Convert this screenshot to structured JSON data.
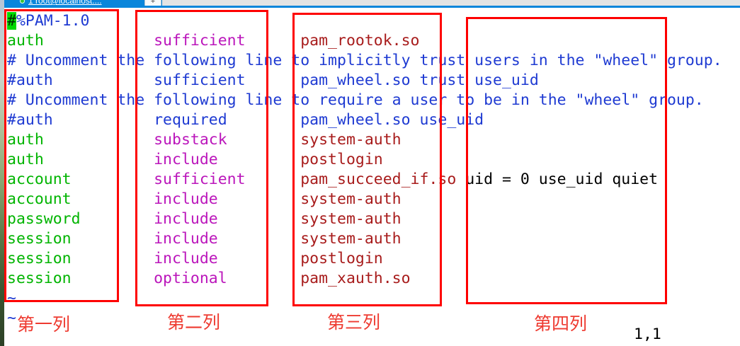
{
  "window": {
    "tab_title": "1 root@localhost:...",
    "new_tab_label": "+"
  },
  "editor": {
    "lines": [
      {
        "segments": [
          {
            "t": "#",
            "c": "cur"
          },
          {
            "t": "%PAM-1.0",
            "c": "com"
          }
        ]
      },
      {
        "segments": [
          {
            "t": "auth            ",
            "c": "kw"
          },
          {
            "t": "sufficient      ",
            "c": "ctl"
          },
          {
            "t": "pam_rootok.so",
            "c": "mod"
          }
        ]
      },
      {
        "segments": [
          {
            "t": "# Uncomment the following line to implicitly trust users in the \"wheel\" group.",
            "c": "com"
          }
        ]
      },
      {
        "segments": [
          {
            "t": "#auth           sufficient      pam_wheel.so trust use_uid",
            "c": "com"
          }
        ]
      },
      {
        "segments": [
          {
            "t": "# Uncomment the following line to require a user to be in the \"wheel\" group.",
            "c": "com"
          }
        ]
      },
      {
        "segments": [
          {
            "t": "#auth           required        pam_wheel.so use_uid",
            "c": "com"
          }
        ]
      },
      {
        "segments": [
          {
            "t": "auth            ",
            "c": "kw"
          },
          {
            "t": "substack        ",
            "c": "ctl"
          },
          {
            "t": "system-auth",
            "c": "mod"
          }
        ]
      },
      {
        "segments": [
          {
            "t": "auth            ",
            "c": "kw"
          },
          {
            "t": "include         ",
            "c": "ctl"
          },
          {
            "t": "postlogin",
            "c": "mod"
          }
        ]
      },
      {
        "segments": [
          {
            "t": "account         ",
            "c": "kw"
          },
          {
            "t": "sufficient      ",
            "c": "ctl"
          },
          {
            "t": "pam_succeed_if.so",
            "c": "mod"
          },
          {
            "t": " uid = 0 use_uid quiet",
            "c": "arg"
          }
        ]
      },
      {
        "segments": [
          {
            "t": "account         ",
            "c": "kw"
          },
          {
            "t": "include         ",
            "c": "ctl"
          },
          {
            "t": "system-auth",
            "c": "mod"
          }
        ]
      },
      {
        "segments": [
          {
            "t": "password        ",
            "c": "kw"
          },
          {
            "t": "include         ",
            "c": "ctl"
          },
          {
            "t": "system-auth",
            "c": "mod"
          }
        ]
      },
      {
        "segments": [
          {
            "t": "session         ",
            "c": "kw"
          },
          {
            "t": "include         ",
            "c": "ctl"
          },
          {
            "t": "system-auth",
            "c": "mod"
          }
        ]
      },
      {
        "segments": [
          {
            "t": "session         ",
            "c": "kw"
          },
          {
            "t": "include         ",
            "c": "ctl"
          },
          {
            "t": "postlogin",
            "c": "mod"
          }
        ]
      },
      {
        "segments": [
          {
            "t": "session         ",
            "c": "kw"
          },
          {
            "t": "optional        ",
            "c": "ctl"
          },
          {
            "t": "pam_xauth.so",
            "c": "mod"
          }
        ]
      },
      {
        "segments": [
          {
            "t": "~",
            "c": "tilde"
          }
        ]
      },
      {
        "segments": [
          {
            "t": "~",
            "c": "tilde"
          }
        ]
      }
    ],
    "ruler": "1,1"
  },
  "annotations": {
    "box_color": "#fe0000",
    "label_color": "#ee3a30",
    "labels": [
      {
        "text": "第一列"
      },
      {
        "text": "第二列"
      },
      {
        "text": "第三列"
      },
      {
        "text": "第四列"
      }
    ]
  },
  "colors": {
    "comment_blue": "#1e3ad2",
    "type_green": "#00b400",
    "control_magenta": "#bb16bb",
    "module_dark_red": "#a81c1c",
    "cursor_green_bg": "#00d800",
    "tab_blue": "#0a86db"
  }
}
